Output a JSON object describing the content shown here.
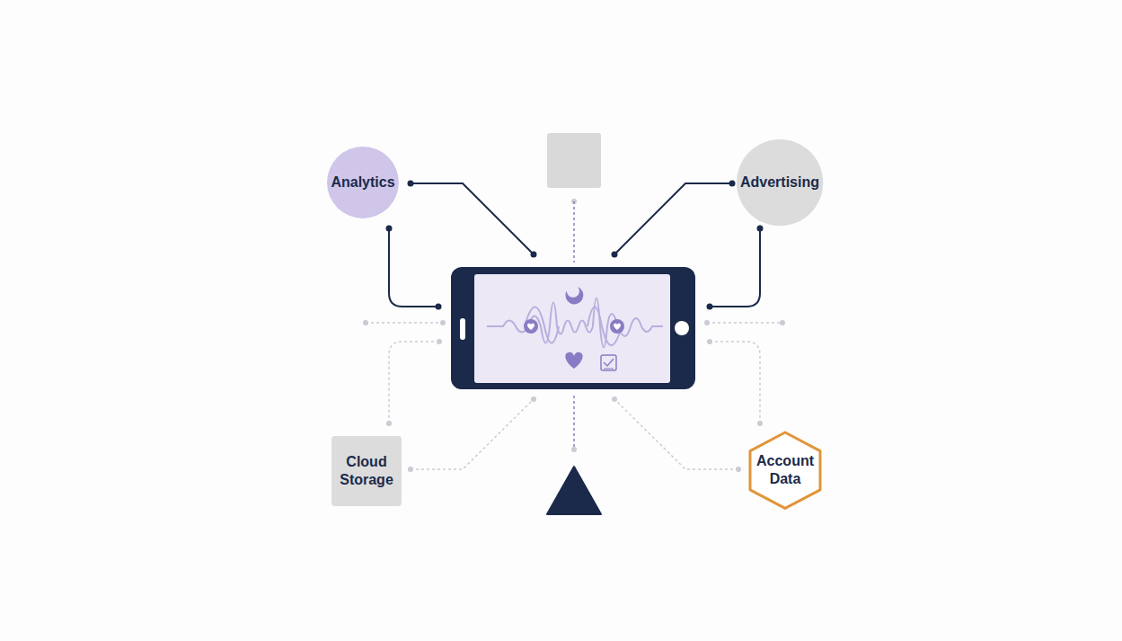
{
  "diagram": {
    "nodes": [
      {
        "text": [
          "Analytics"
        ]
      },
      {
        "text": [
          "Advertising"
        ]
      },
      {
        "text": [
          "Cloud Storage"
        ]
      },
      {
        "text": [
          "Account Data"
        ]
      }
    ]
  }
}
